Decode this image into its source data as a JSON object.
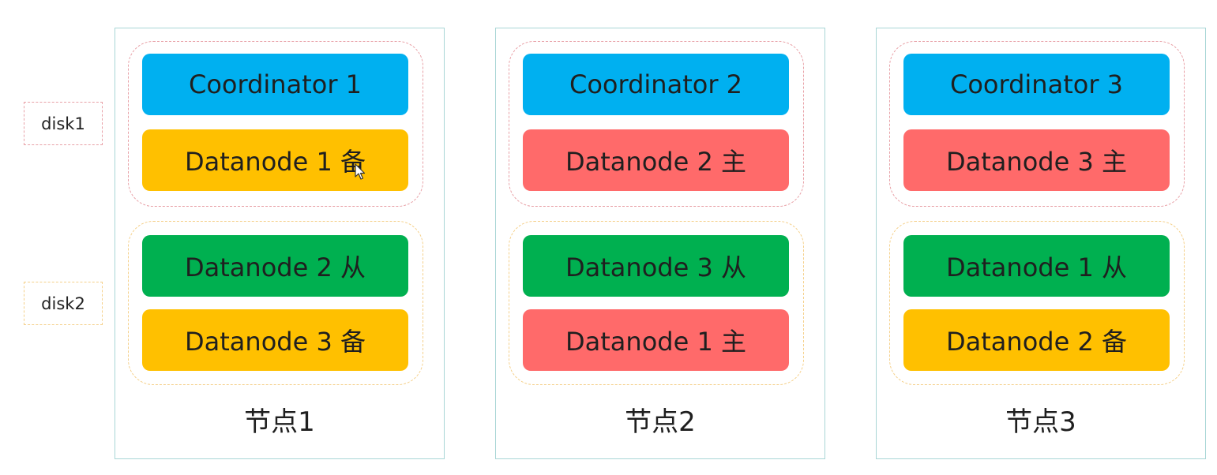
{
  "colors": {
    "coordinator": "#00b0f0",
    "primary": "#ff6a6a",
    "standby": "#ffc000",
    "secondary": "#00b050",
    "disk1_border": "#e8a0a6",
    "disk2_border": "#f5d08a",
    "node_border": "#a9d6d6"
  },
  "disks": [
    {
      "label": "disk1"
    },
    {
      "label": "disk2"
    }
  ],
  "nodes": [
    {
      "label": "节点1",
      "disk1": [
        {
          "text": "Coordinator 1",
          "role": "coordinator"
        },
        {
          "text": "Datanode 1 备",
          "role": "standby"
        }
      ],
      "disk2": [
        {
          "text": "Datanode 2 从",
          "role": "secondary"
        },
        {
          "text": "Datanode 3 备",
          "role": "standby"
        }
      ]
    },
    {
      "label": "节点2",
      "disk1": [
        {
          "text": "Coordinator 2",
          "role": "coordinator"
        },
        {
          "text": "Datanode 2 主",
          "role": "primary"
        }
      ],
      "disk2": [
        {
          "text": "Datanode 3 从",
          "role": "secondary"
        },
        {
          "text": "Datanode 1 主",
          "role": "primary"
        }
      ]
    },
    {
      "label": "节点3",
      "disk1": [
        {
          "text": "Coordinator 3",
          "role": "coordinator"
        },
        {
          "text": "Datanode 3 主",
          "role": "primary"
        }
      ],
      "disk2": [
        {
          "text": "Datanode 1 从",
          "role": "secondary"
        },
        {
          "text": "Datanode 2 备",
          "role": "standby"
        }
      ]
    }
  ]
}
